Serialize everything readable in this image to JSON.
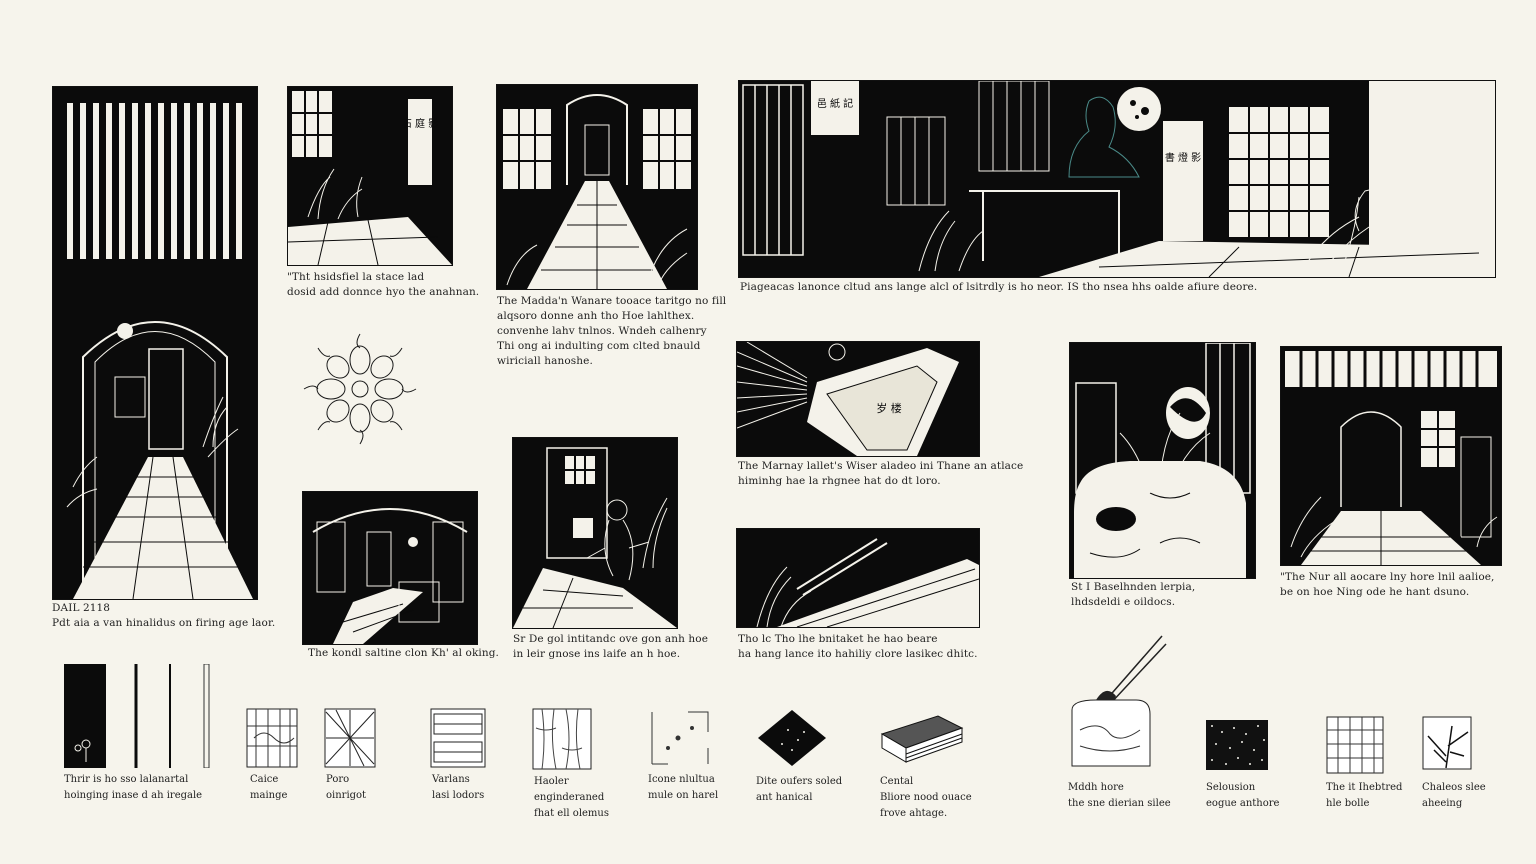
{
  "captions": {
    "c1": [
      "DAIL 2118",
      "Pdt aia a van hinalidus on firing age laor."
    ],
    "c2": [
      "\"Tht hsidsfiel la stace lad",
      "dosid add donnce hyo the anahnan."
    ],
    "c3": [
      "The Madda'n Wanare tooace taritgo no fill",
      "alqsoro donne anh tho Hoe lahlthex.",
      "convenhe lahv tnlnos. Wndeh calhenry",
      "Thi ong ai indulting com clted bnauld",
      "wiriciall hanoshe."
    ],
    "c4": [
      "The kondl saltine clon Kh' al oking."
    ],
    "c5": [
      "Sr De gol intitandc ove gon anh hoe",
      "in leir gnose ins laife an h hoe."
    ],
    "c6": [
      "Piageacas lanonce cltud ans lange alcl of lsitrdly is ho neor. IS tho nsea hhs oalde afiure deore."
    ],
    "c7": [
      "The Marnay lallet's Wiser aladeo ini Thane an atlace",
      "himinhg hae la rhgnee hat do dt loro."
    ],
    "c8": [
      "Tho lc Tho lhe bnitaket he hao beare",
      "ha hang lance ito hahiliy clore lasikec dhitc."
    ],
    "c9": [
      "St I Baselhnden lerpia,",
      "lhdsdeldi e oildocs."
    ],
    "c10": [
      "\"The Nur all aocare lny hore lnil aalioe,",
      "be on hoe Ning ode he hant dsuno."
    ]
  },
  "swatches": [
    [
      "Thrir is ho sso lalanartal",
      "hoinging inase d ah iregale"
    ],
    [
      "Caice",
      "mainge"
    ],
    [
      "Poro",
      "oinrigot"
    ],
    [
      "Varlans",
      "lasi lodors"
    ],
    [
      "Haoler",
      "enginderaned",
      "fhat ell olemus"
    ],
    [
      "Icone nlultua",
      "mule on harel"
    ],
    [
      "Dite oufers soled",
      "ant hanical"
    ],
    [
      "Cental",
      "Bliore nood ouace",
      "frove ahtage."
    ],
    [
      "Mddh hore",
      "the sne dierian silee"
    ],
    [
      "Selousion",
      "eogue anthore"
    ],
    [
      "The it Ihebtred",
      "hle bolle"
    ],
    [
      "Chaleos slee",
      "aheeing"
    ]
  ],
  "panel_signs": {
    "p2_sign": "石 庭 影",
    "p3a_sign": "邑 紙 記",
    "p3b_sign": "書 燈 影",
    "book_text": "岁 楼"
  },
  "colors": {
    "paper": "#f6f4ec",
    "ink": "#0b0b0b",
    "line": "#f4f2ea"
  }
}
